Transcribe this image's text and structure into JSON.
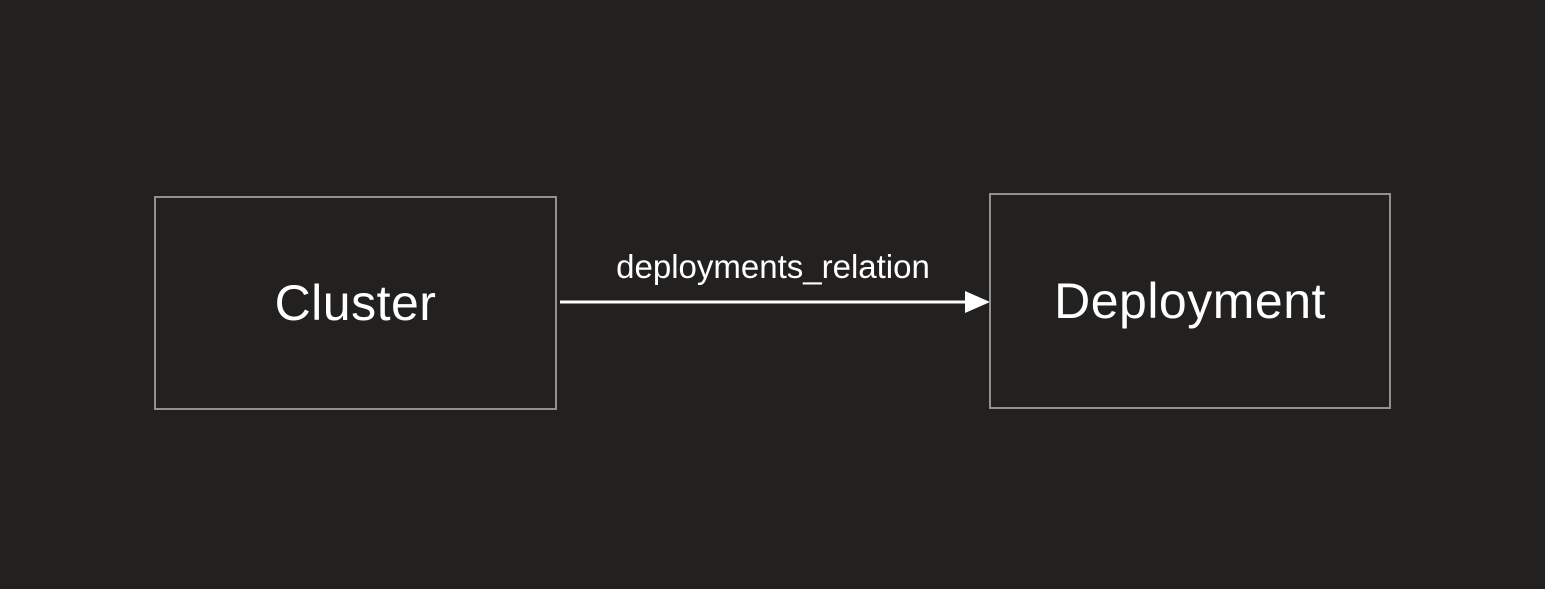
{
  "diagram": {
    "type": "entity-relation",
    "nodes": [
      {
        "id": "cluster",
        "label": "Cluster"
      },
      {
        "id": "deployment",
        "label": "Deployment"
      }
    ],
    "edges": [
      {
        "from": "cluster",
        "to": "deployment",
        "label": "deployments_relation",
        "direction": "left-to-right",
        "arrowhead": "filled-triangle"
      }
    ],
    "style": {
      "background_color": "#222120",
      "node_fill_color": "#222120",
      "node_border_color": "#919191",
      "node_text_color": "#ffffff",
      "edge_color": "#ffffff",
      "edge_label_color": "#ffffff"
    }
  }
}
